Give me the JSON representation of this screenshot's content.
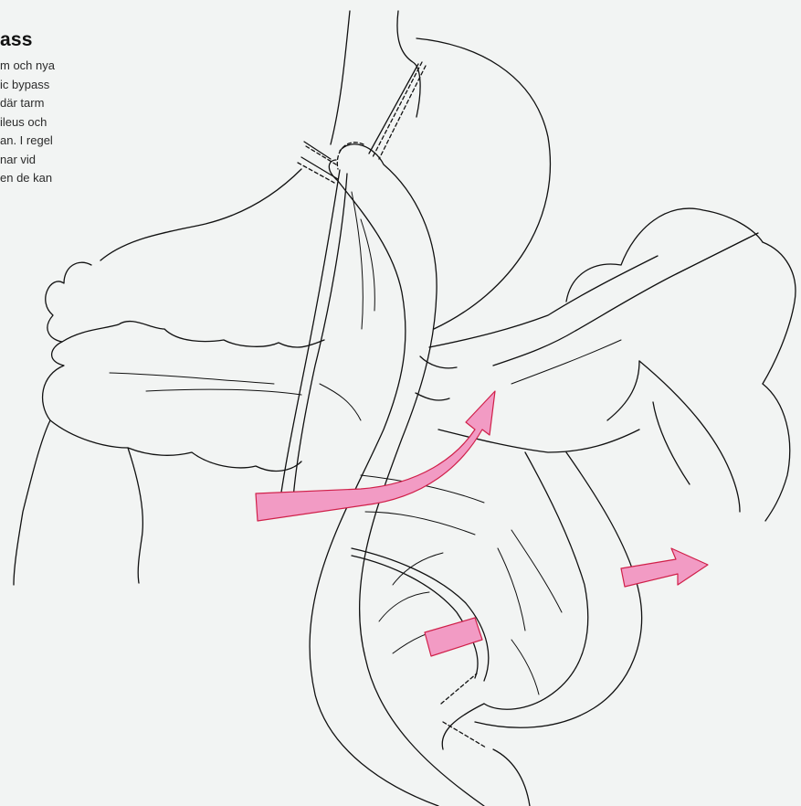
{
  "caption": {
    "title": "ass",
    "lines": [
      "m och nya",
      "ic bypass",
      "där tarm",
      "ileus och",
      "an. I regel",
      "nar vid",
      "en de kan"
    ]
  },
  "colors": {
    "background": "#f2f4f3",
    "outline": "#111111",
    "arrow_fill": "#f29bc4",
    "arrow_stroke": "#d0204a"
  },
  "arrows": [
    {
      "name": "arrow-upper-curved",
      "direction": "curving up-right"
    },
    {
      "name": "arrow-lower-left",
      "direction": "up-right"
    },
    {
      "name": "arrow-right",
      "direction": "right"
    }
  ]
}
